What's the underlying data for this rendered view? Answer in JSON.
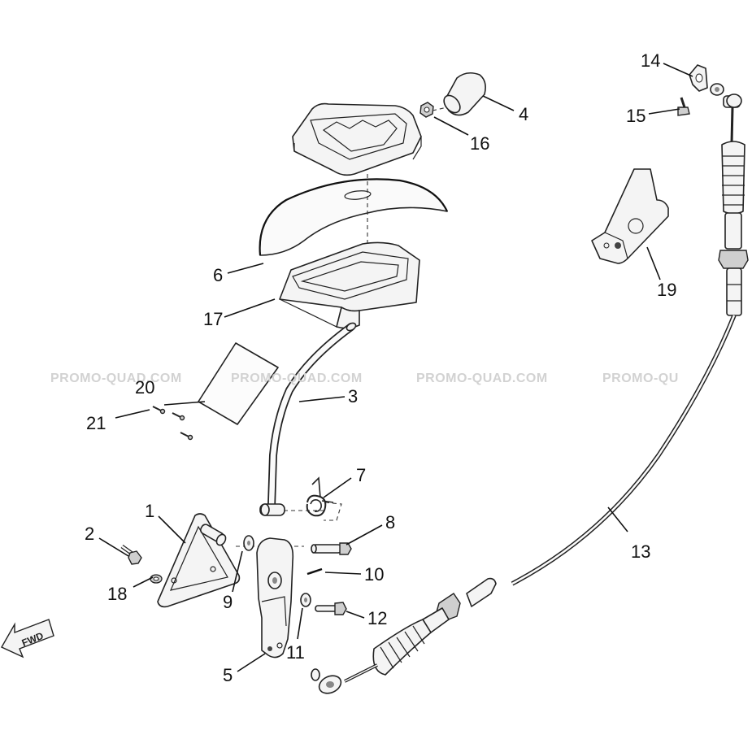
{
  "watermark": "PROMO-QUAD.COM",
  "watermark_partial": "PROMO-QU",
  "direction_arrow": "FWD",
  "callouts": {
    "n1": "1",
    "n2": "2",
    "n3": "3",
    "n4": "4",
    "n5": "5",
    "n6": "6",
    "n7": "7",
    "n8": "8",
    "n9": "9",
    "n10": "10",
    "n11": "11",
    "n12": "12",
    "n13": "13",
    "n14": "14",
    "n15": "15",
    "n16": "16",
    "n17": "17",
    "n18": "18",
    "n19": "19",
    "n20": "20",
    "n21": "21"
  },
  "parts": {
    "1": "bracket-plate",
    "2": "bolt",
    "3": "shift-lever-rod",
    "4": "shift-knob",
    "5": "shift-arm",
    "6": "lever-boot",
    "7": "torsion-spring",
    "8": "pivot-bolt",
    "9": "washer",
    "10": "pin",
    "11": "washer",
    "12": "bolt",
    "13": "shift-cable",
    "14": "cable-clip",
    "15": "screw",
    "16": "nut",
    "17": "shift-gate-base",
    "18": "washer",
    "19": "cable-bracket",
    "20": "label-sticker",
    "21": "rivets"
  }
}
